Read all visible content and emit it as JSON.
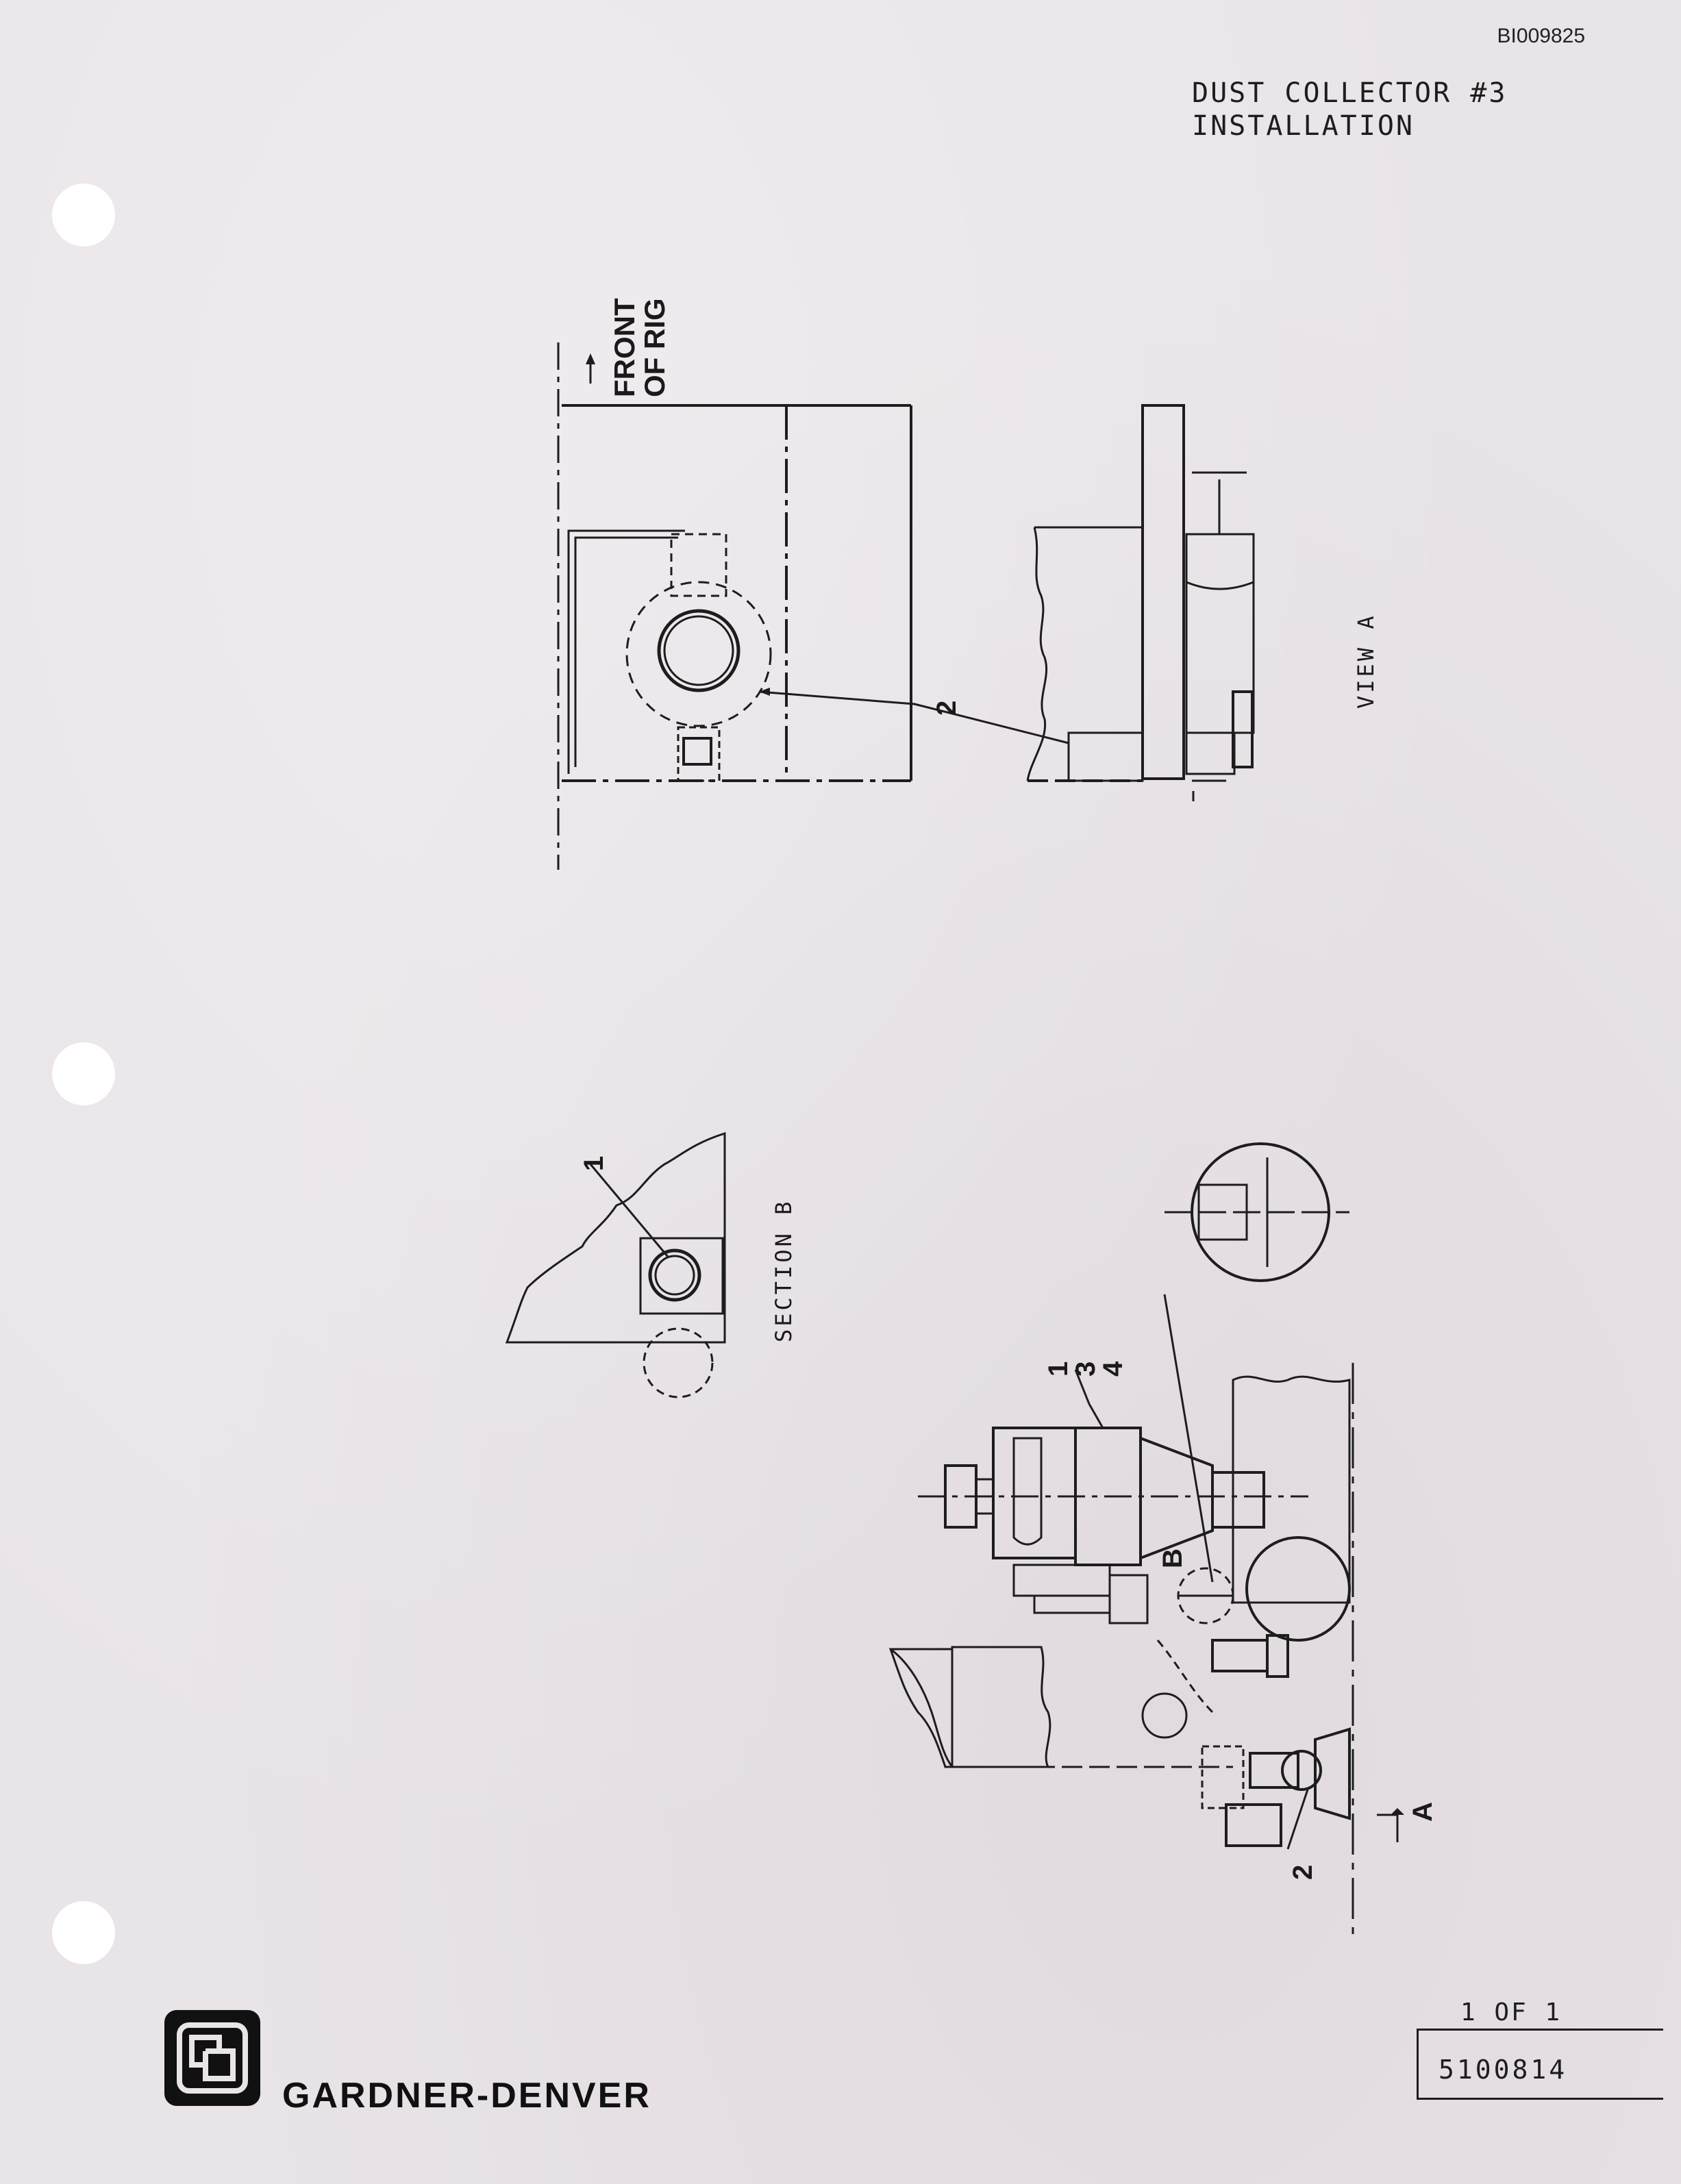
{
  "document": {
    "doc_id": "BI009825",
    "title_line1": "DUST COLLECTOR #3",
    "title_line2": "INSTALLATION",
    "sheet": "1 OF 1",
    "drawing_number": "5100814",
    "brand": "GARDNER-DENVER"
  },
  "views": {
    "view_a": {
      "label": "VIEW A",
      "front_label_line1": "FRONT",
      "front_label_line2": "OF RIG",
      "callout": "2"
    },
    "section_b": {
      "label": "SECTION B",
      "callout": "1"
    },
    "main": {
      "callout_1": "1",
      "callout_3": "3",
      "callout_4": "4",
      "section_marker": "B",
      "view_marker": "A",
      "callout_2": "2"
    }
  },
  "colors": {
    "paper": "#e9e4e8",
    "ink": "#1d1d1d"
  },
  "icons": {
    "logo": "gardner-denver-logo-icon"
  }
}
